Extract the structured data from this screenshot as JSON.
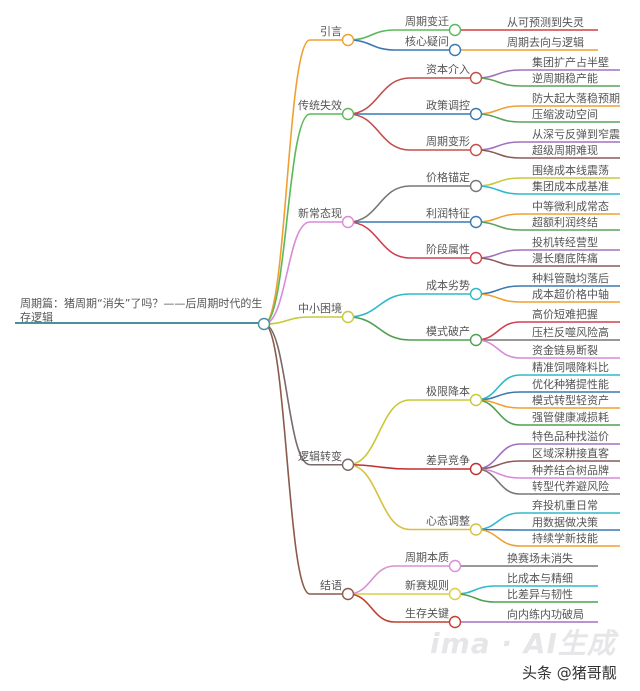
{
  "root": {
    "label": "周期篇：猪周期“消失”了吗？——后周期时代的生存逻辑",
    "color": "#4a8fa0"
  },
  "branches": [
    {
      "label": "引言",
      "color": "#f0a030",
      "children": [
        {
          "label": "周期变迁",
          "color": "#5cb85c",
          "children": [
            {
              "label": "从可预测到失灵",
              "color": "#d04040"
            }
          ]
        },
        {
          "label": "核心疑问",
          "color": "#3a78b0",
          "children": [
            {
              "label": "周期去向与逻辑",
              "color": "#f0a030"
            }
          ]
        }
      ]
    },
    {
      "label": "传统失效",
      "color": "#5cb85c",
      "children": [
        {
          "label": "资本介入",
          "color": "#c0504d",
          "children": [
            {
              "label": "集团扩产占半壁",
              "color": "#a070c0"
            },
            {
              "label": "逆周期稳产能",
              "color": "#5ca05c"
            }
          ]
        },
        {
          "label": "政策调控",
          "color": "#3a78b0",
          "children": [
            {
              "label": "防大起大落稳预期",
              "color": "#f0a030"
            },
            {
              "label": "压缩波动空间",
              "color": "#5ca05c"
            }
          ]
        },
        {
          "label": "周期变形",
          "color": "#c0504d",
          "children": [
            {
              "label": "从深亏反弹到窄震",
              "color": "#a070c0"
            },
            {
              "label": "超级周期难现",
              "color": "#8b5a5a"
            }
          ]
        }
      ]
    },
    {
      "label": "新常态现",
      "color": "#d98ad8",
      "children": [
        {
          "label": "价格锚定",
          "color": "#777777",
          "children": [
            {
              "label": "围绕成本线震荡",
              "color": "#c8c83a"
            },
            {
              "label": "集团成本成基准",
              "color": "#30b8c8"
            }
          ]
        },
        {
          "label": "利润特征",
          "color": "#3a78b0",
          "children": [
            {
              "label": "中等微利成常态",
              "color": "#f0a030"
            },
            {
              "label": "超额利润终结",
              "color": "#5ca05c"
            }
          ]
        },
        {
          "label": "阶段属性",
          "color": "#d04050",
          "children": [
            {
              "label": "投机转经营型",
              "color": "#a070c0"
            },
            {
              "label": "漫长磨底阵痛",
              "color": "#8b5a5a"
            }
          ]
        }
      ]
    },
    {
      "label": "中小困境",
      "color": "#c8c83a",
      "children": [
        {
          "label": "成本劣势",
          "color": "#30b8c8",
          "children": [
            {
              "label": "种料管融均落后",
              "color": "#3a78b0"
            },
            {
              "label": "成本超价格中轴",
              "color": "#f0a030"
            }
          ]
        },
        {
          "label": "模式破产",
          "color": "#50a050",
          "children": [
            {
              "label": "高价短难把握",
              "color": "#d04050"
            },
            {
              "label": "压栏反噬风险高",
              "color": "#777777"
            },
            {
              "label": "资金链易断裂",
              "color": "#d98ad8"
            }
          ]
        }
      ]
    },
    {
      "label": "逻辑转变",
      "color": "#7a6a6a",
      "children": [
        {
          "label": "极限降本",
          "color": "#c8c83a",
          "children": [
            {
              "label": "精准饲喂降料比",
              "color": "#30b8c8"
            },
            {
              "label": "优化种猪提性能",
              "color": "#3a78b0"
            },
            {
              "label": "模式转型轻资产",
              "color": "#f0a030"
            },
            {
              "label": "强管健康减损耗",
              "color": "#50a050"
            }
          ]
        },
        {
          "label": "差异竞争",
          "color": "#c03030",
          "children": [
            {
              "label": "特色品种找溢价",
              "color": "#a070c0"
            },
            {
              "label": "区域深耕接直客",
              "color": "#8b5a5a"
            },
            {
              "label": "种养结合树品牌",
              "color": "#d98ad8"
            },
            {
              "label": "转型代养避风险",
              "color": "#777777"
            }
          ]
        },
        {
          "label": "心态调整",
          "color": "#d8c040",
          "children": [
            {
              "label": "弃投机重日常",
              "color": "#30b8c8"
            },
            {
              "label": "用数据做决策",
              "color": "#3a78b0"
            },
            {
              "label": "持续学新技能",
              "color": "#f0a030"
            }
          ]
        }
      ]
    },
    {
      "label": "结语",
      "color": "#8b5a4a",
      "children": [
        {
          "label": "周期本质",
          "color": "#d890d0",
          "children": [
            {
              "label": "换赛场未消失",
              "color": "#777777"
            }
          ]
        },
        {
          "label": "新赛规则",
          "color": "#d8d040",
          "children": [
            {
              "label": "比成本与精细",
              "color": "#30b8c8"
            },
            {
              "label": "比差异与韧性",
              "color": "#50a050"
            }
          ]
        },
        {
          "label": "生存关键",
          "color": "#c04030",
          "children": [
            {
              "label": "向内练内功破局",
              "color": "#a070c0"
            }
          ]
        }
      ]
    }
  ],
  "watermark": "ima · AI生成",
  "credit": "头条 @猪哥靓"
}
